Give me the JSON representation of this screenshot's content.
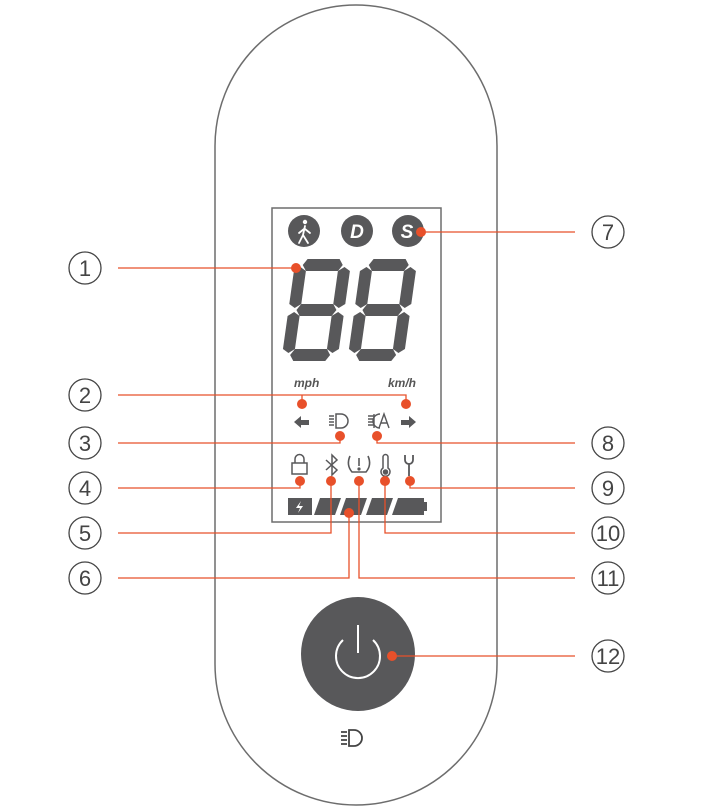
{
  "colors": {
    "accent": "#e8502a",
    "dark": "#58585a",
    "outline": "#6d6d6d"
  },
  "modes": {
    "walk_icon": "pedestrian-icon",
    "drive": "D",
    "sport": "S"
  },
  "units": {
    "mph": "mph",
    "kmh": "km/h"
  },
  "speed_display": "88",
  "callouts": [
    "1",
    "2",
    "3",
    "4",
    "5",
    "6",
    "7",
    "8",
    "9",
    "10",
    "11",
    "12"
  ]
}
